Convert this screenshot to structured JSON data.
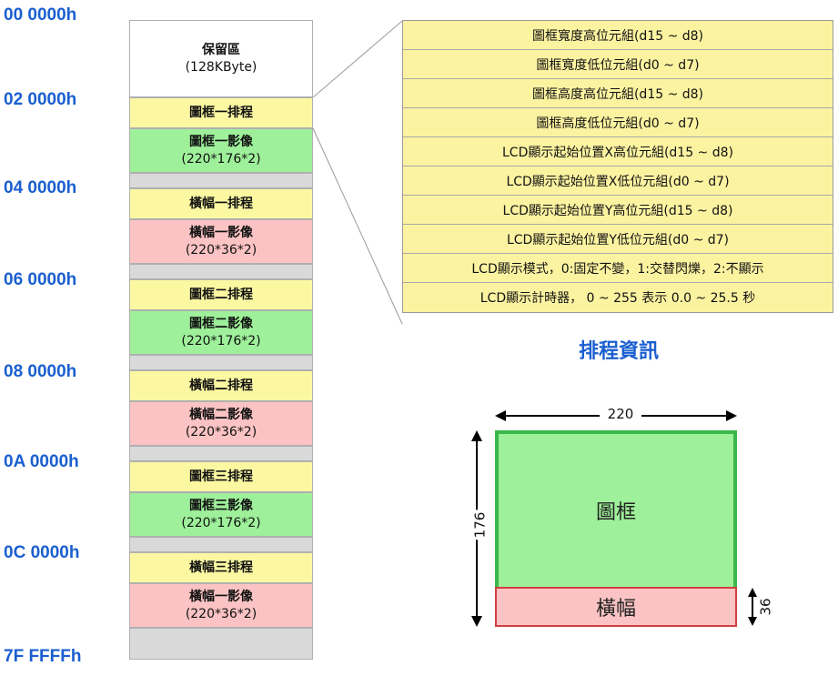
{
  "addresses": [
    "00 0000h",
    "02 0000h",
    "04 0000h",
    "06 0000h",
    "08 0000h",
    "0A 0000h",
    "0C 0000h",
    "7F FFFFh"
  ],
  "memory_blocks": [
    {
      "line1": "保留區",
      "line2": "(128KByte)",
      "color": "white"
    },
    {
      "line1": "圖框一排程",
      "line2": "",
      "color": "yellow"
    },
    {
      "line1": "圖框一影像",
      "line2": "(220*176*2)",
      "color": "green"
    },
    {
      "line1": "",
      "line2": "",
      "color": "gray"
    },
    {
      "line1": "橫幅一排程",
      "line2": "",
      "color": "yellow"
    },
    {
      "line1": "橫幅一影像",
      "line2": "(220*36*2)",
      "color": "pink"
    },
    {
      "line1": "",
      "line2": "",
      "color": "gray"
    },
    {
      "line1": "圖框二排程",
      "line2": "",
      "color": "yellow"
    },
    {
      "line1": "圖框二影像",
      "line2": "(220*176*2)",
      "color": "green"
    },
    {
      "line1": "",
      "line2": "",
      "color": "gray"
    },
    {
      "line1": "橫幅二排程",
      "line2": "",
      "color": "yellow"
    },
    {
      "line1": "橫幅二影像",
      "line2": "(220*36*2)",
      "color": "pink"
    },
    {
      "line1": "",
      "line2": "",
      "color": "gray"
    },
    {
      "line1": "圖框三排程",
      "line2": "",
      "color": "yellow"
    },
    {
      "line1": "圖框三影像",
      "line2": "(220*176*2)",
      "color": "green"
    },
    {
      "line1": "",
      "line2": "",
      "color": "gray"
    },
    {
      "line1": "橫幅三排程",
      "line2": "",
      "color": "yellow"
    },
    {
      "line1": "橫幅一影像",
      "line2": "(220*36*2)",
      "color": "pink"
    },
    {
      "line1": "",
      "line2": "",
      "color": "gray"
    }
  ],
  "schedule_info": [
    "圖框寬度高位元組(d15 ~ d8)",
    "圖框寬度低位元組(d0 ~ d7)",
    "圖框高度高位元組(d15 ~ d8)",
    "圖框高度低位元組(d0 ~ d7)",
    "LCD顯示起始位置X高位元組(d15 ~ d8)",
    "LCD顯示起始位置X低位元組(d0 ~ d7)",
    "LCD顯示起始位置Y高位元組(d15 ~ d8)",
    "LCD顯示起始位置Y低位元組(d0 ~ d7)",
    "LCD顯示模式，0:固定不變，1:交替閃爍，2:不顯示",
    "LCD顯示計時器， 0 ~ 255 表示 0.0 ~ 25.5 秒"
  ],
  "schedule_caption": "排程資訊",
  "picture": {
    "frame_label": "圖框",
    "banner_label": "橫幅",
    "width_label": "220",
    "height_label": "176",
    "banner_height_label": "36"
  },
  "colors": {
    "address_blue": "#1a5fd0",
    "yellow": "#fcf8a2",
    "green": "#9ef09a",
    "pink": "#fbc3c3",
    "gray": "#d9d9d9",
    "frame_border": "#3cb84a",
    "banner_border": "#d04040"
  }
}
